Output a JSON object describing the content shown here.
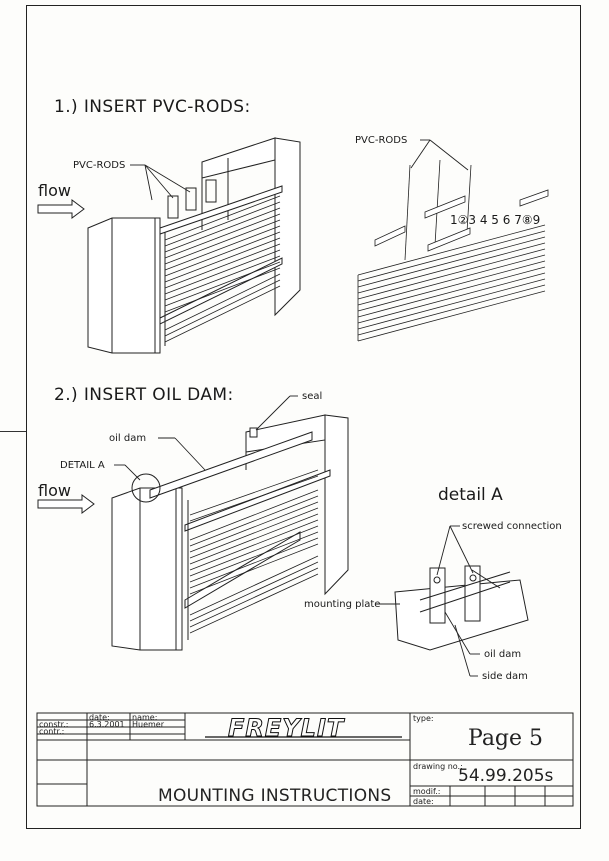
{
  "headings": {
    "step1": "1.) INSERT PVC-RODS:",
    "step2": "2.) INSERT OIL DAM:"
  },
  "labels": {
    "pvc_rods_left": "PVC-RODS",
    "pvc_rods_right": "PVC-RODS",
    "flow_1": "flow",
    "flow_2": "flow",
    "rod_numbers": "1②3 4 5 6 7⑧9",
    "seal": "seal",
    "oil_dam": "oil dam",
    "detail_a_ref": "DETAIL A",
    "detail_a_title": "detail A",
    "screwed_connection": "screwed connection",
    "mounting_plate": "mounting plate",
    "oil_dam_detail": "oil dam",
    "side_dam": "side dam"
  },
  "title_block": {
    "date_header": "date:",
    "name_header": "name:",
    "constr_label": "constr.:",
    "constr_date": "6.3.2001",
    "constr_name": "Huemer",
    "contr_label": "contr.:",
    "logo_text": "FREYLIT",
    "type_label": "type:",
    "type_value": "Page 5",
    "title": "MOUNTING INSTRUCTIONS",
    "drawing_no_label": "drawing no.:",
    "drawing_no_value": "54.99.205s",
    "modif_label": "modif.:",
    "date_label": "date:"
  }
}
